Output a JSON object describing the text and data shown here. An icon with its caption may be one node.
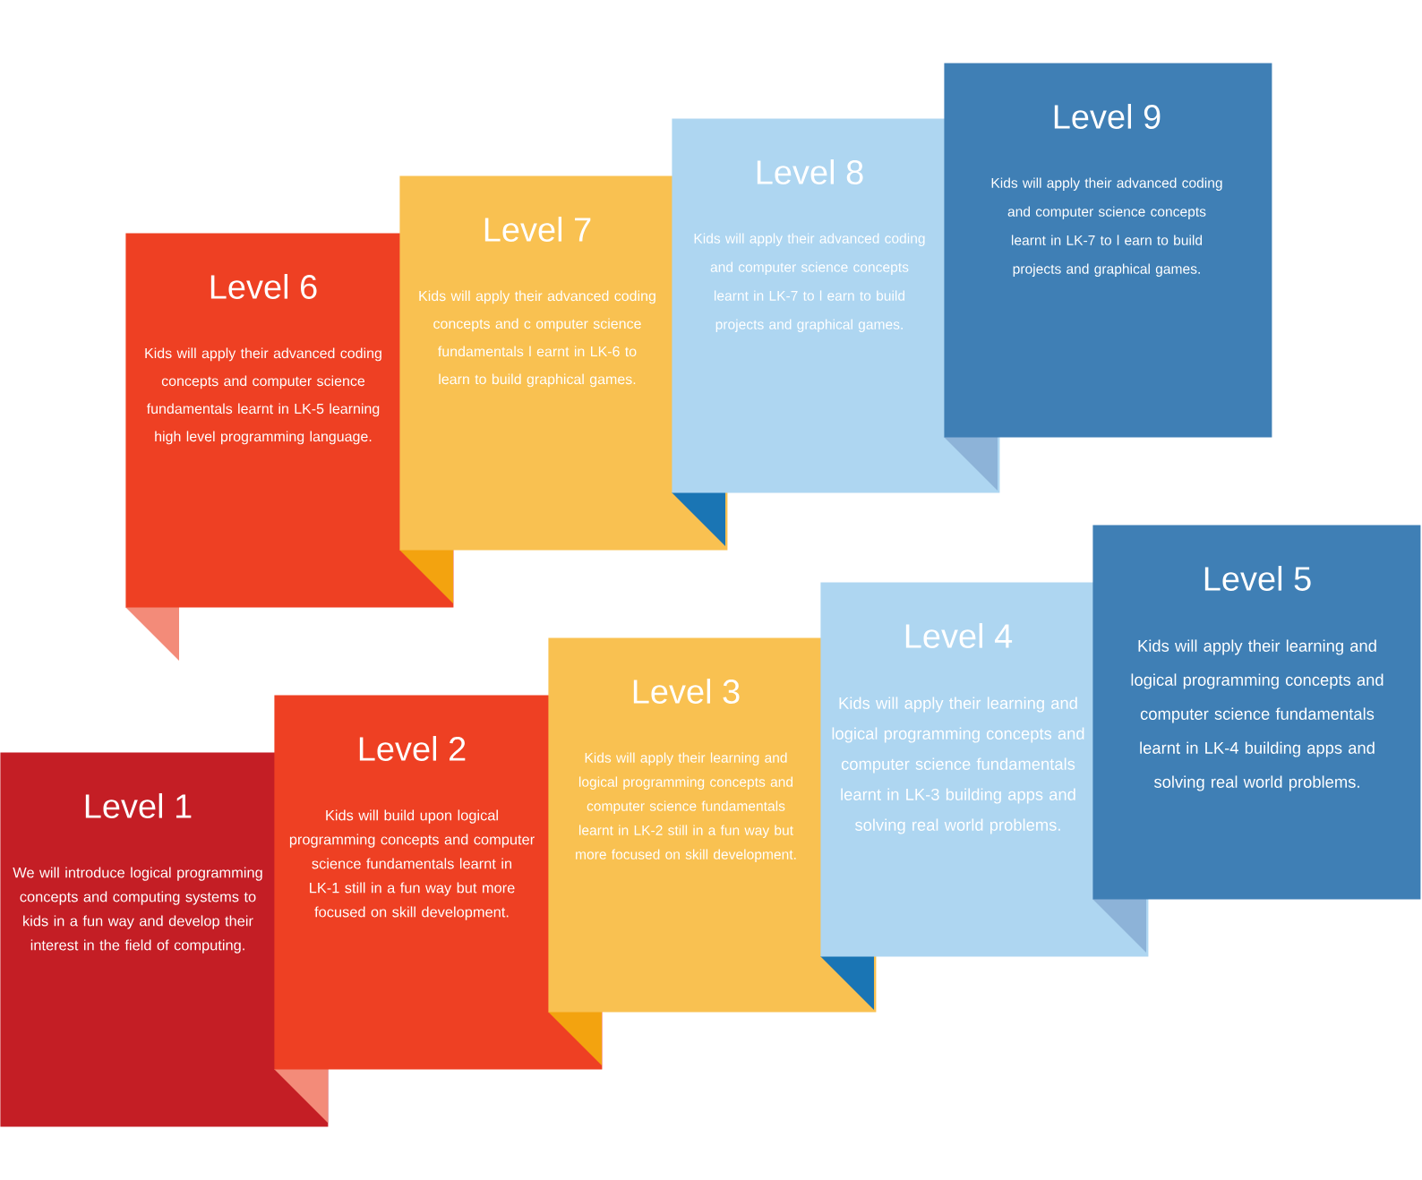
{
  "diagram": {
    "nodes": [
      {
        "text": [
          "Level 1",
          "We will introduce logical programming concepts and computing systems to kids in a fun way and develop their interest in the field of computing."
        ]
      },
      {
        "text": [
          "Level 2",
          "Kids will build upon logical programming concepts and computer science fundamentals learnt in LK-1 still in a fun way but more focused on skill development."
        ]
      },
      {
        "text": [
          "Level 3",
          "Kids will apply their learning and logical programming concepts and computer science fundamentals learnt in LK-2 still in a fun way but more focused on skill development."
        ]
      },
      {
        "text": [
          "Level 4",
          "Kids will apply their learning and logical programming concepts and computer science fundamentals learnt in LK-3 building apps and solving real world problems."
        ]
      },
      {
        "text": [
          "Level 5",
          "Kids will apply their learning and logical programming concepts and computer science fundamentals learnt in LK-4 building apps and solving real world problems."
        ]
      },
      {
        "text": [
          "Level 6",
          "Kids will apply their advanced coding concepts and computer science fundamentals learnt in LK-5 learning high level programming language."
        ]
      },
      {
        "text": [
          "Level 7",
          "Kids will apply their advanced coding concepts and c omputer science fundamentals l earnt in LK-6 to learn to build graphical games."
        ]
      },
      {
        "text": [
          "Level 8",
          "Kids will apply their advanced coding and computer science concepts learnt in LK-7 to l earn to build projects and graphical games."
        ]
      },
      {
        "text": [
          "Level 9",
          "Kids will apply their advanced coding and computer science concepts learnt in LK-7 to l earn to build projects and graphical games."
        ]
      }
    ]
  }
}
